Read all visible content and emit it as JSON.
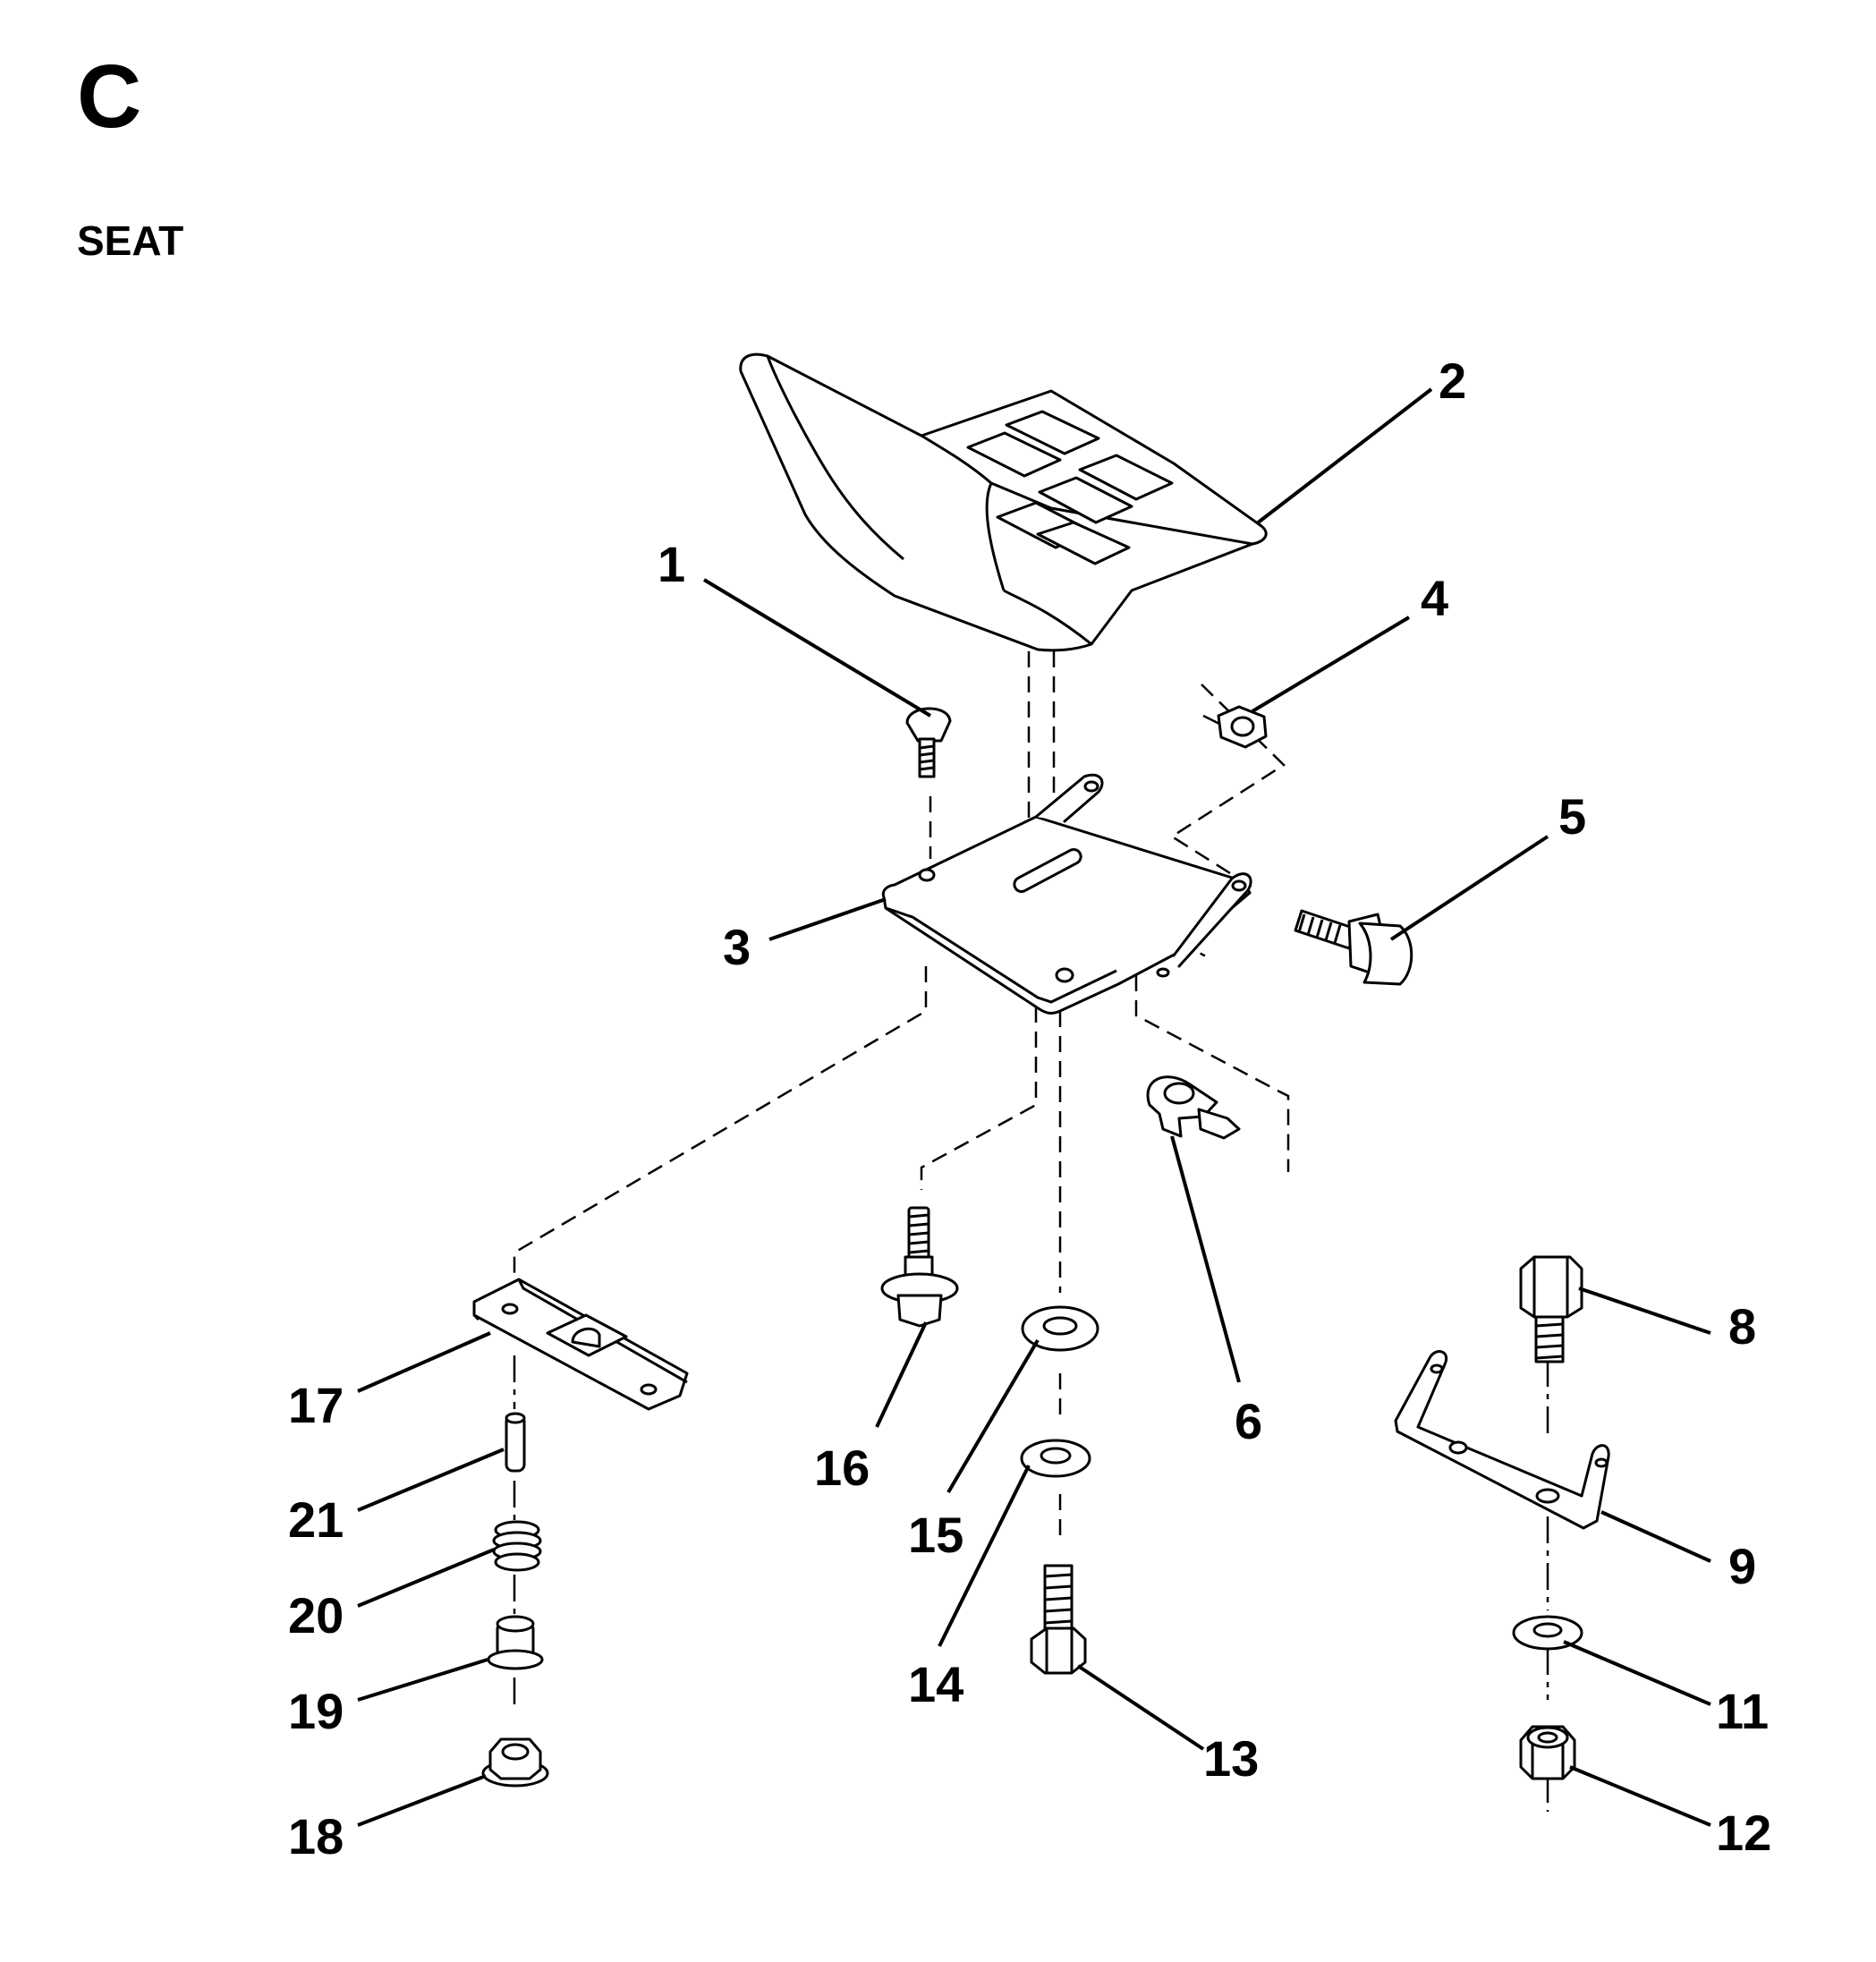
{
  "header": {
    "section_letter": "C",
    "section_title": "SEAT"
  },
  "callouts": {
    "c1": "1",
    "c2": "2",
    "c3": "3",
    "c4": "4",
    "c5": "5",
    "c6": "6",
    "c8": "8",
    "c9": "9",
    "c11": "11",
    "c12": "12",
    "c13": "13",
    "c14": "14",
    "c15": "15",
    "c16": "16",
    "c17": "17",
    "c18": "18",
    "c19": "19",
    "c20": "20",
    "c21": "21"
  }
}
